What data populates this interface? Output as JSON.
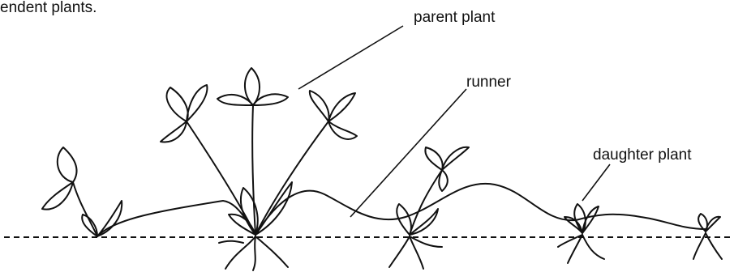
{
  "caption": "endent plants.",
  "labels": {
    "parent_plant": "parent plant",
    "runner": "runner",
    "daughter_plant": "daughter plant"
  }
}
